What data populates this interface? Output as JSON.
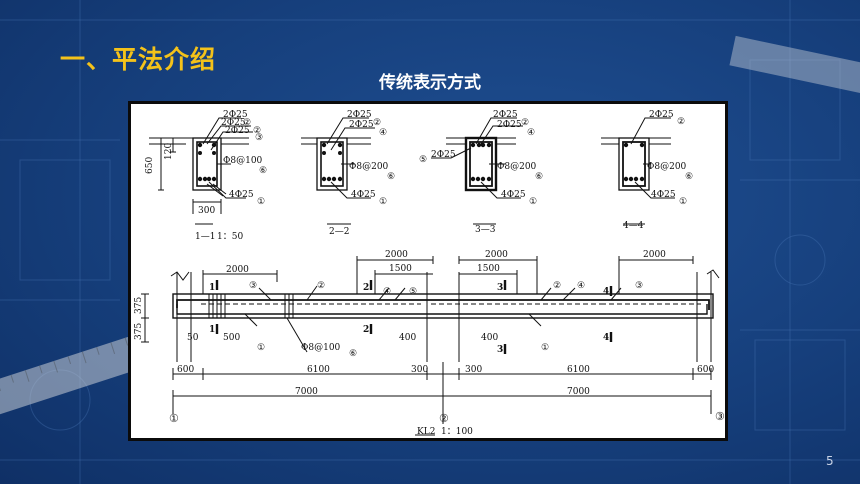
{
  "slide": {
    "title": "一、平法介绍",
    "subtitle": "传统表示方式",
    "page_number": "5"
  },
  "sections": {
    "s11": {
      "label": "1—1",
      "scale": "1：50",
      "top_bars": "2Φ25",
      "mid_bar1": "2Φ25",
      "mid_bar2": "2Φ25",
      "stirrup": "Φ8@100",
      "bottom": "4Φ25",
      "dim_height": "650",
      "dim_120": "120",
      "dim_width": "300",
      "c_a": "②",
      "c_b": "②",
      "c_c": "③",
      "c_d": "⑥",
      "c_e": "①"
    },
    "s22": {
      "label": "2—2",
      "top_bars": "2Φ25",
      "mid_bar": "2Φ25",
      "stirrup": "Φ8@200",
      "bottom": "4Φ25",
      "c_a": "②",
      "c_b": "④",
      "c_c": "⑥",
      "c_d": "①"
    },
    "s33": {
      "label": "3—3",
      "top_bars": "2Φ25",
      "mid_bar": "2Φ25",
      "side_bar": "2Φ25",
      "stirrup": "Φ8@200",
      "bottom": "4Φ25",
      "c_a": "②",
      "c_b": "④",
      "c_side": "⑤",
      "c_c": "⑥",
      "c_d": "①"
    },
    "s44": {
      "label": "4—4",
      "top_bars": "2Φ25",
      "stirrup": "Φ8@200",
      "bottom": "4Φ25",
      "c_a": "②",
      "c_c": "⑥",
      "c_d": "①"
    }
  },
  "elevation": {
    "label": "KL2",
    "scale": "1：100",
    "dims_top": {
      "d1": "2000",
      "d2": "2000",
      "d3": "1500",
      "d4": "2000",
      "d5": "1500",
      "d6": "2000"
    },
    "dims_left": {
      "d1": "375",
      "d2": "375"
    },
    "dims_bottom_row1": {
      "a": "600",
      "b": "6100",
      "c": "300",
      "d": "300",
      "e": "6100",
      "f": "600"
    },
    "dims_bottom_row2": {
      "a": "7000",
      "b": "7000"
    },
    "dim_50": "50",
    "dim_500": "500",
    "dim_400a": "400",
    "dim_400b": "400",
    "stirrup_note": "Φ8@100",
    "axes": {
      "a1": "①",
      "a2": "②",
      "a3": "③"
    },
    "callouts": {
      "c3a": "③",
      "c2a": "②",
      "c4a": "④",
      "c5": "⑤",
      "c2b": "②",
      "c4b": "④",
      "c3b": "③",
      "c1a": "①",
      "c6": "⑥",
      "c1b": "①"
    },
    "section_marks": {
      "m1a": "1",
      "m1b": "1",
      "m2a": "2",
      "m2b": "2",
      "m3a": "3",
      "m3b": "3",
      "m4a": "4",
      "m4b": "4"
    }
  }
}
